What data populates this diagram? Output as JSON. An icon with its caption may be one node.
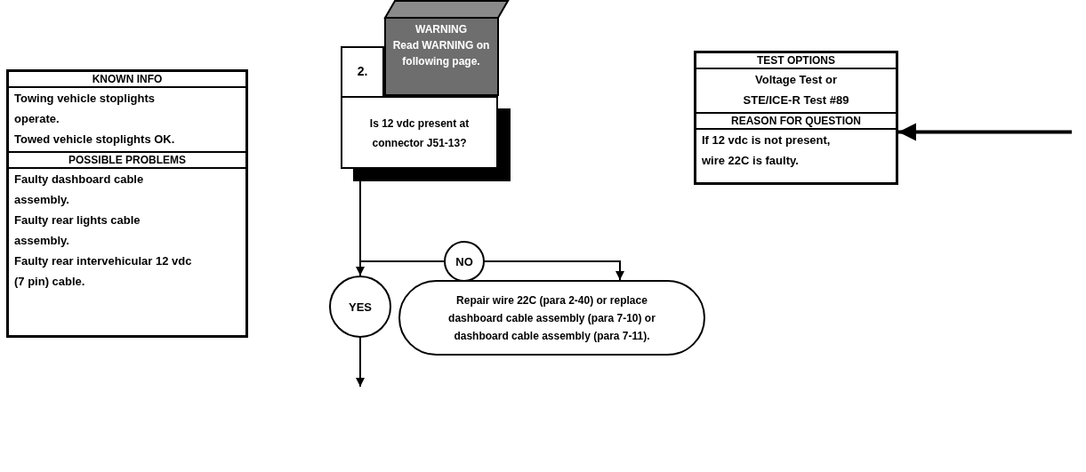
{
  "diagram": {
    "nodes": [
      {
        "text": [
          "KNOWN INFO",
          "Towing vehicle stoplights operate.",
          "Towed vehicle stoplights OK.",
          "POSSIBLE PROBLEMS",
          "Faulty dashboard cable assembly.",
          "Faulty rear lights cable assembly.",
          "Faulty rear intervehicular 12 vdc (7 pin) cable."
        ]
      },
      {
        "text": [
          "2.",
          "Is 12 vdc present at connector J51-13?"
        ]
      },
      {
        "text": [
          "WARNING",
          "Read WARNING on following page."
        ]
      },
      {
        "text": [
          "TEST OPTIONS",
          "Voltage Test or STE/ICE-R Test #89",
          "REASON FOR QUESTION",
          "If 12 vdc is not present, wire 22C is faulty."
        ]
      },
      {
        "text": [
          "NO"
        ]
      },
      {
        "text": [
          "YES"
        ]
      },
      {
        "text": [
          "Repair wire 22C (para 2-40) or replace dashboard cable assembly (para 7-10) or dashboard cable assembly (para 7-11)."
        ]
      }
    ],
    "edges": [
      {
        "from": null,
        "to": 3,
        "arrow": "to",
        "style": "thick"
      },
      {
        "from": 1,
        "to": 4,
        "arrow": "none"
      },
      {
        "from": 4,
        "to": 6,
        "arrow": "to"
      },
      {
        "from": 1,
        "to": 5,
        "arrow": "to"
      },
      {
        "from": 5,
        "to": null,
        "arrow": "to"
      }
    ]
  }
}
